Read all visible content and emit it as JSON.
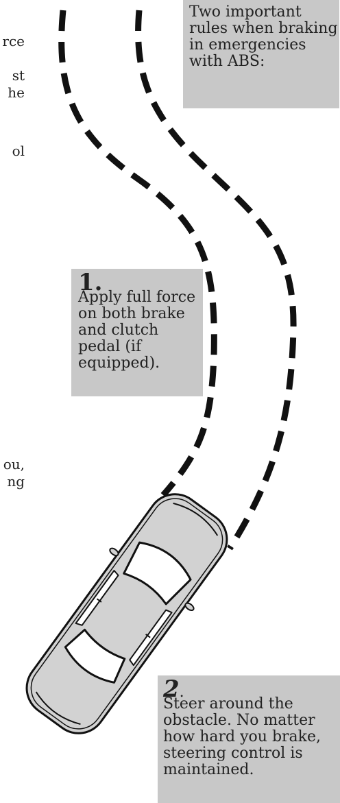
{
  "cutoff_text": [
    "rce",
    "st",
    "he",
    "ol",
    "ou,",
    "ng"
  ],
  "rules_intro": "Two important rules when braking in emergencies with ABS:",
  "rule_1": {
    "number": "1.",
    "text": "Apply full force on both brake and clutch pedal (if equipped)."
  },
  "rule_2": {
    "number": "2",
    "suffix": ".",
    "text": "Steer around the obstacle. No matter how hard you brake, steering control is maintained."
  },
  "colors": {
    "box": "#c8c8c8",
    "dash": "#111111",
    "car_body": "#d2d2d2",
    "glass": "#ffffff"
  }
}
